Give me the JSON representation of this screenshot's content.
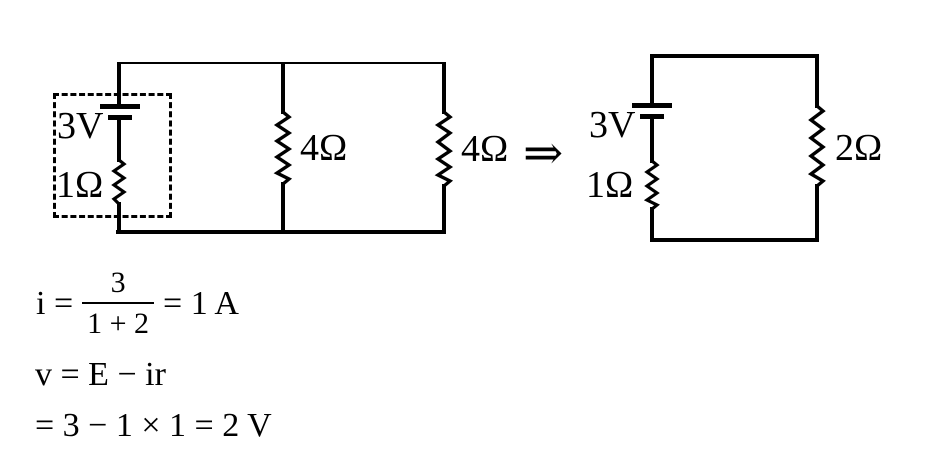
{
  "figure": {
    "left_circuit": {
      "emf_label": "3V",
      "internal_resistance_label": "1Ω",
      "branch1_resistor_label": "4Ω",
      "branch2_resistor_label": "4Ω"
    },
    "implies_arrow": "⇒",
    "right_circuit": {
      "emf_label": "3V",
      "internal_resistance_label": "1Ω",
      "equivalent_resistor_label": "2Ω"
    }
  },
  "solution": {
    "line1_lhs": "i =",
    "line1_numerator": "3",
    "line1_denominator": "1 + 2",
    "line1_rhs": "= 1 A",
    "line2": "v = E − ir",
    "line3": "= 3 − 1 × 1 = 2 V"
  },
  "colors": {
    "ink": "#000000",
    "background": "#ffffff"
  }
}
